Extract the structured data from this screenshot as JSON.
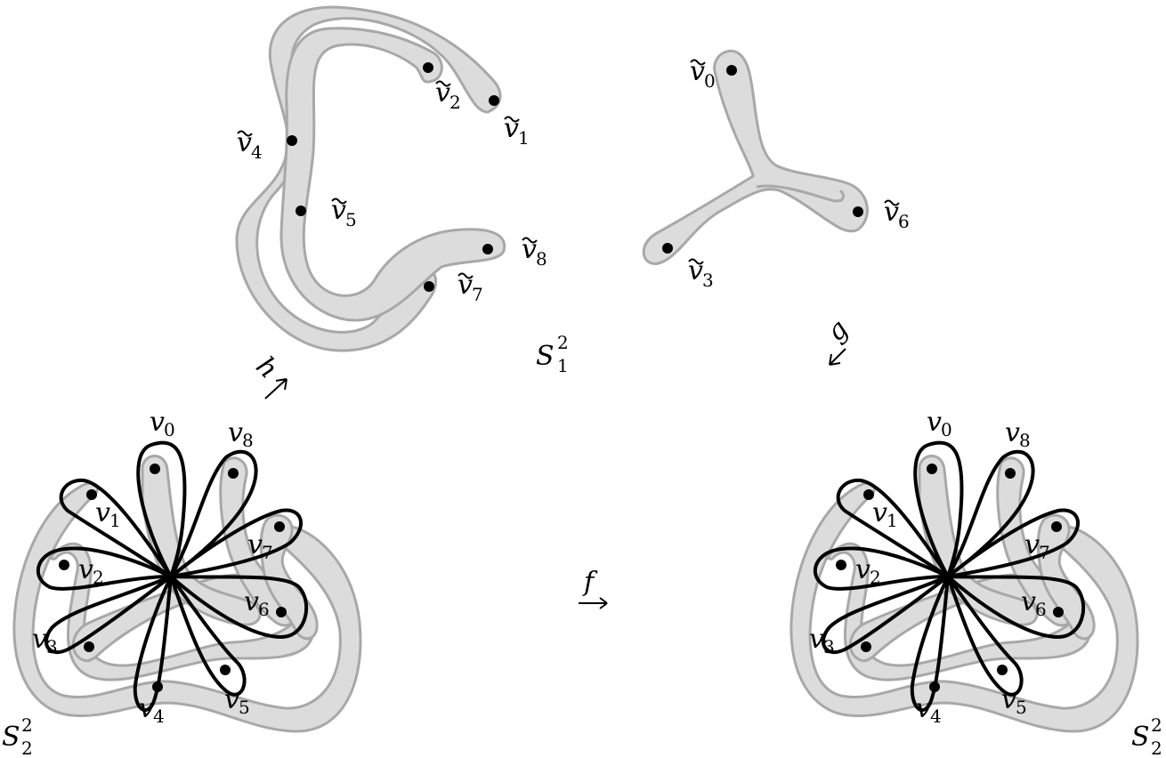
{
  "surfaces": {
    "top": {
      "base": "S",
      "sup": "2",
      "sub": "1"
    },
    "left": {
      "base": "S",
      "sup": "2",
      "sub": "2"
    },
    "right": {
      "base": "S",
      "sup": "2",
      "sub": "2"
    }
  },
  "maps": {
    "h": "h",
    "g": "g",
    "f": "f"
  },
  "lift_labels": {
    "v0": {
      "base": "v",
      "sub": "0"
    },
    "v1": {
      "base": "v",
      "sub": "1"
    },
    "v2": {
      "base": "v",
      "sub": "2"
    },
    "v3": {
      "base": "v",
      "sub": "3"
    },
    "v4": {
      "base": "v",
      "sub": "4"
    },
    "v5": {
      "base": "v",
      "sub": "5"
    },
    "v6": {
      "base": "v",
      "sub": "6"
    },
    "v7": {
      "base": "v",
      "sub": "7"
    },
    "v8": {
      "base": "v",
      "sub": "8"
    }
  },
  "vertex_labels": {
    "v0": {
      "base": "v",
      "sub": "0"
    },
    "v1": {
      "base": "v",
      "sub": "1"
    },
    "v2": {
      "base": "v",
      "sub": "2"
    },
    "v3": {
      "base": "v",
      "sub": "3"
    },
    "v4": {
      "base": "v",
      "sub": "4"
    },
    "v5": {
      "base": "v",
      "sub": "5"
    },
    "v6": {
      "base": "v",
      "sub": "6"
    },
    "v7": {
      "base": "v",
      "sub": "7"
    },
    "v8": {
      "base": "v",
      "sub": "8"
    }
  },
  "colors": {
    "band_fill": "#dcdcdc",
    "band_stroke": "#a8a8a8",
    "petal": "#000000"
  }
}
